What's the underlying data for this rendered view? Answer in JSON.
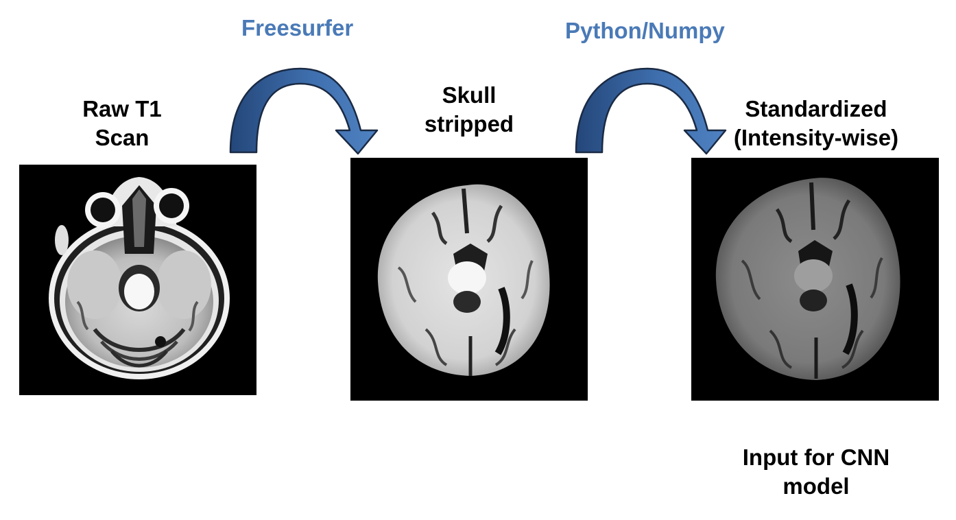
{
  "colors": {
    "tool_text": "#4a7ab7",
    "arrow_fill": "#3f6fae",
    "arrow_fill_dark": "#24477a",
    "panel_bg": "#000000"
  },
  "steps": [
    {
      "label_line1": "Raw T1",
      "label_line2": "Scan",
      "image": "raw-t1-brain-scan"
    },
    {
      "label_line1": "Skull",
      "label_line2": "stripped",
      "image": "skull-stripped-brain-scan"
    },
    {
      "label_line1": "Standardized",
      "label_line2": "(Intensity-wise)",
      "image": "standardized-brain-scan"
    }
  ],
  "transitions": [
    {
      "tool": "Freesurfer",
      "icon": "curved-arrow-icon"
    },
    {
      "tool": "Python/Numpy",
      "icon": "curved-arrow-icon"
    }
  ],
  "output": {
    "line1": "Input for CNN",
    "line2": "model"
  }
}
